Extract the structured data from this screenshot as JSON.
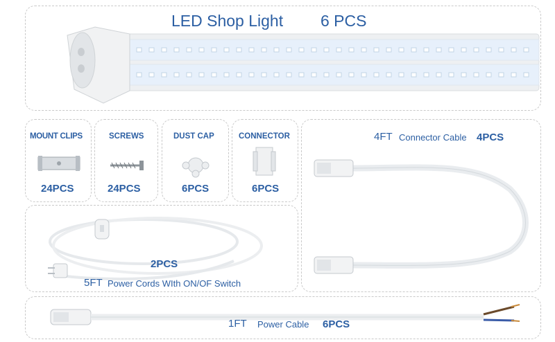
{
  "header": {
    "title": "LED Shop Light",
    "qty": "6 PCS"
  },
  "accessories": [
    {
      "label": "MOUNT CLIPS",
      "qty": "24PCS",
      "icon": "mount-clip-icon"
    },
    {
      "label": "SCREWS",
      "qty": "24PCS",
      "icon": "screw-icon"
    },
    {
      "label": "DUST CAP",
      "qty": "6PCS",
      "icon": "dust-cap-icon"
    },
    {
      "label": "CONNECTOR",
      "qty": "6PCS",
      "icon": "connector-icon"
    }
  ],
  "connector_cable": {
    "length": "4FT",
    "name": "Connector Cable",
    "qty": "4PCS"
  },
  "power_cord": {
    "qty": "2PCS",
    "length": "5FT",
    "name": "Power Cords WIth ON/OF Switch"
  },
  "power_cable": {
    "length": "1FT",
    "name": "Power Cable",
    "qty": "6PCS"
  },
  "colors": {
    "text": "#2c5fa3",
    "border": "#c9c9c9",
    "led": "#eaf3ff"
  }
}
